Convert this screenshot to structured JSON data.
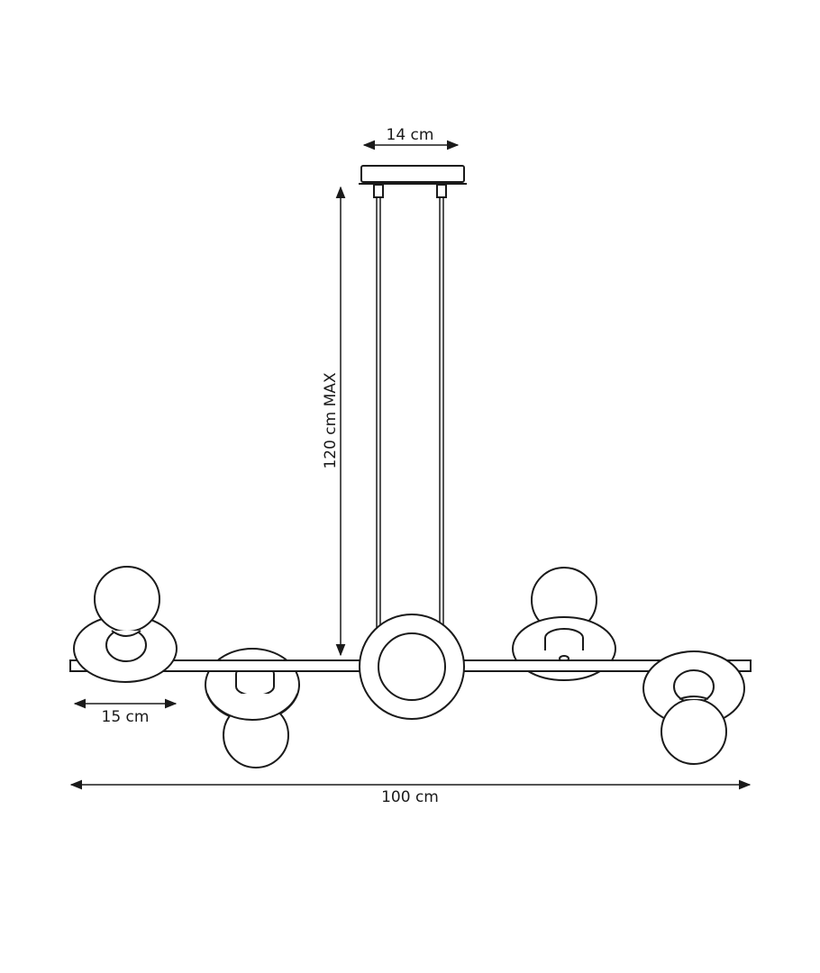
{
  "dimensions": {
    "canopy_width": "14 cm",
    "cable_length": "120 cm MAX",
    "shade_width": "15 cm",
    "total_width": "100 cm"
  },
  "colors": {
    "line": "#1a1a1a",
    "background": "#ffffff"
  }
}
